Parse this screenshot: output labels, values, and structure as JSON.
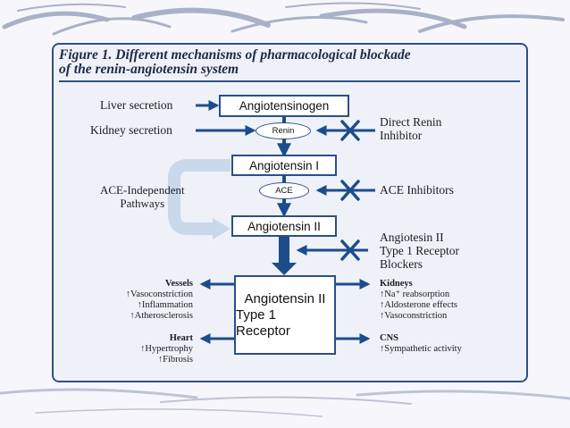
{
  "figure": {
    "title_line1": "Figure 1. Different mechanisms of pharmacological blockade",
    "title_line2": "of the renin-angiotensin system"
  },
  "pathway": {
    "angiotensinogen": "Angiotensinogen",
    "renin": "Renin",
    "angiotensin_1": "Angiotensin I",
    "ace": "ACE",
    "angiotensin_2": "Angiotensin II",
    "receptor_line1": "Angiotensin II",
    "receptor_line2": "Type 1 Receptor"
  },
  "sources": {
    "liver": "Liver secretion",
    "kidney": "Kidney secretion"
  },
  "side_path": {
    "line1": "ACE-Independent",
    "line2": "Pathways"
  },
  "inhibitors": {
    "renin_line1": "Direct Renin",
    "renin_line2": "Inhibitor",
    "ace": "ACE Inhibitors",
    "arb_line1": "Angiotesin II",
    "arb_line2": "Type 1 Receptor",
    "arb_line3": "Blockers"
  },
  "effects": {
    "vessels": {
      "head": "Vessels",
      "items": [
        "↑Vasoconstriction",
        "↑Inflammation",
        "↑Atherosclerosis"
      ]
    },
    "heart": {
      "head": "Heart",
      "items": [
        "↑Hypertrophy",
        "↑Fibrosis"
      ]
    },
    "kidneys": {
      "head": "Kidneys",
      "items": [
        "↑Na⁺ reabsorption",
        "↑Aldosterone effects",
        "↑Vasoconstriction"
      ]
    },
    "cns": {
      "head": "CNS",
      "items": [
        "↑Sympathetic activity"
      ]
    }
  },
  "colors": {
    "arrow": "#1d4c8c",
    "frame": "#2f4f86",
    "side_arrow": "#c9d8ea"
  }
}
